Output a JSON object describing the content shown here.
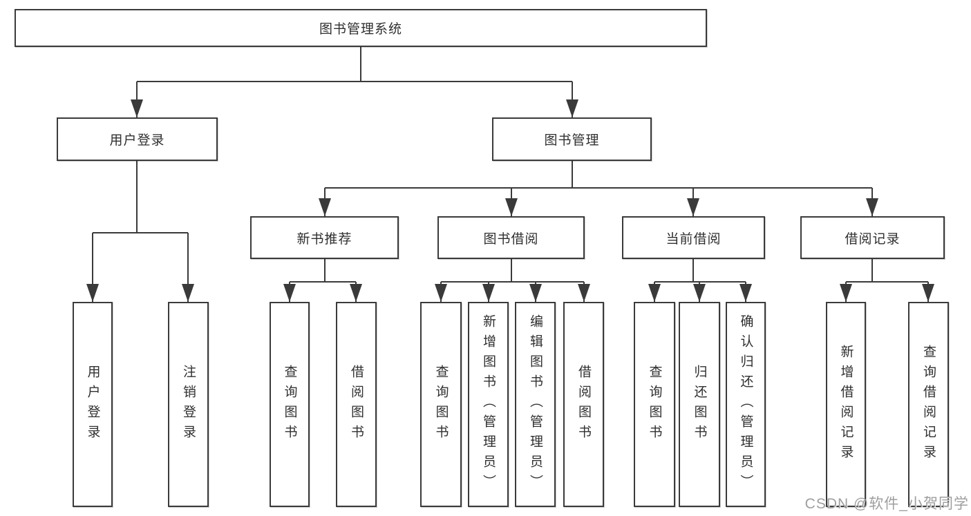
{
  "tree": {
    "label": "图书管理系统",
    "children": [
      {
        "label": "用户登录",
        "children": [
          {
            "label": "用户登录"
          },
          {
            "label": "注销登录"
          }
        ]
      },
      {
        "label": "图书管理",
        "children": [
          {
            "label": "新书推荐",
            "children": [
              {
                "label": "查询图书"
              },
              {
                "label": "借阅图书"
              }
            ]
          },
          {
            "label": "图书借阅",
            "children": [
              {
                "label": "查询图书"
              },
              {
                "label": "新增图书（管理员）"
              },
              {
                "label": "编辑图书（管理员）"
              },
              {
                "label": "借阅图书"
              }
            ]
          },
          {
            "label": "当前借阅",
            "children": [
              {
                "label": "查询图书"
              },
              {
                "label": "归还图书"
              },
              {
                "label": "确认归还（管理员）"
              }
            ]
          },
          {
            "label": "借阅记录",
            "children": [
              {
                "label": "新增借阅记录"
              },
              {
                "label": "查询借阅记录"
              }
            ]
          }
        ]
      }
    ]
  },
  "watermark": "CSDN @软件_小贺同学",
  "colors": {
    "line": "#3a3a3a",
    "text": "#2f2f2f",
    "watermark": "#9e9e9e",
    "background": "#ffffff"
  }
}
